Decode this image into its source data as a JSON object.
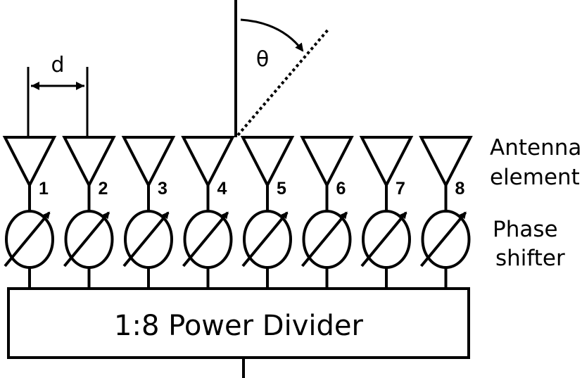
{
  "diagram": {
    "title": "",
    "element_labels": [
      "1",
      "2",
      "3",
      "4",
      "5",
      "6",
      "7",
      "8"
    ],
    "spacing_label": "d",
    "angle_label": "θ",
    "antenna_label_line1": "Antenna",
    "antenna_label_line2": "element",
    "phase_label_line1": "Phase",
    "phase_label_line2": "shifter",
    "divider_label": "1:8 Power Divider"
  }
}
